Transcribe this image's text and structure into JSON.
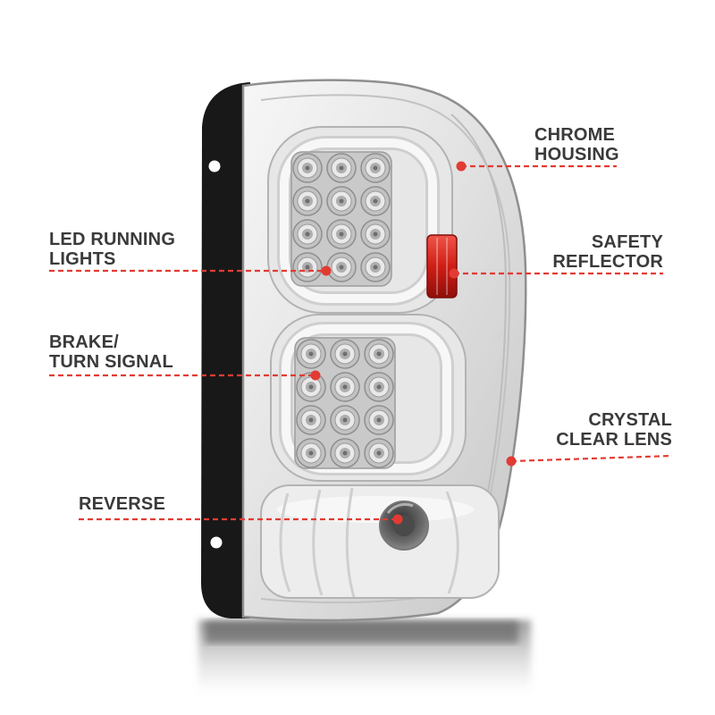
{
  "product": {
    "name": "led-tail-light-assembly"
  },
  "callouts": [
    {
      "id": "chrome-housing",
      "line1": "CHROME",
      "line2": "HOUSING"
    },
    {
      "id": "led-running-lights",
      "line1": "LED RUNNING",
      "line2": "LIGHTS"
    },
    {
      "id": "safety-reflector",
      "line1": "SAFETY",
      "line2": "REFLECTOR"
    },
    {
      "id": "brake-turn-signal",
      "line1": "BRAKE/",
      "line2": "TURN SIGNAL"
    },
    {
      "id": "crystal-clear-lens",
      "line1": "CRYSTAL",
      "line2": "CLEAR LENS"
    },
    {
      "id": "reverse",
      "line1": "REVERSE",
      "line2": ""
    }
  ],
  "colors": {
    "callout_red": "#e23b33",
    "text": "#3a3a3a",
    "reflector_red": "#c61a14",
    "housing_chrome": "#d9d9d9",
    "flange_black": "#181818"
  }
}
